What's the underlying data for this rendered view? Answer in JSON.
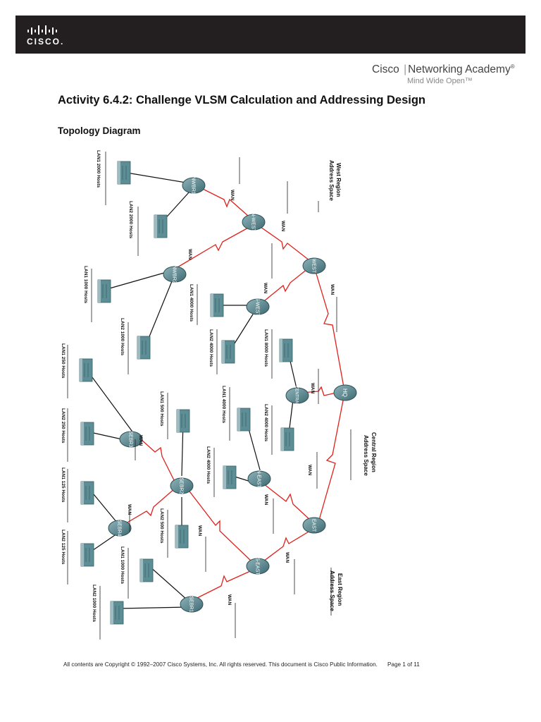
{
  "header": {
    "brand_word": "CISCO.",
    "academy_name": "Cisco",
    "academy_sub": "Networking Academy",
    "registered": "®",
    "tagline": "Mind Wide Open™"
  },
  "document": {
    "title": "Activity 6.4.2: Challenge VLSM Calculation and Addressing Design",
    "section": "Topology Diagram"
  },
  "topology": {
    "routers": {
      "nwbr1": "NWBR1",
      "nwbr2": "NWBR2",
      "nwest": "N-WEST",
      "swest": "S-WEST",
      "west": "WEST",
      "central": "CENTRAL",
      "hq": "HQ",
      "neast": "N-EAST",
      "east": "EAST",
      "seast": "S-EAST",
      "sebr1": "SEBR1",
      "sebr2": "SEBR2",
      "sebr3": "SEBR3",
      "sebr4": "SEBR4"
    },
    "wan": "WAN",
    "lans": {
      "nwbr1_lan1": "LAN1 2000 Hosts",
      "nwbr1_lan2": "LAN2 2000 Hosts",
      "nwbr2_lan1": "LAN1 1000 Hosts",
      "nwbr2_lan2": "LAN2 1000 Hosts",
      "swest_lan1": "LAN1 4000 Hosts",
      "swest_lan2": "LAN2 4000 Hosts",
      "central_lan1": "LAN1 8000 Hosts",
      "central_lan2": "LAN1 4000 Hosts",
      "neast_lan1": "LAN2 4000 Hosts",
      "neast_lan2": "LAN2 4000 Hosts",
      "sebr3_lan1": "LAN1 250 Hosts",
      "sebr3_lan2": "LAN2 250 Hosts",
      "sebr2_lan1": "LAN1 500 Hosts",
      "sebr2_lan2": "LAN2 500 Hosts",
      "sebr4_lan1": "LAN1 125 Hosts",
      "sebr4_lan2": "LAN2 125 Hosts",
      "sebr1_lan1": "LAN1 1000 Hosts",
      "sebr1_lan2": "LAN2 1000 Hosts"
    },
    "regions": {
      "west": [
        "West Region",
        "Address Space"
      ],
      "central": [
        "Central Region",
        "Address Space"
      ],
      "east": [
        "East Region",
        "Address Space"
      ]
    }
  },
  "footer": {
    "copyright": "All contents are Copyright © 1992–2007 Cisco Systems, Inc. All rights reserved. This document is Cisco Public Information.",
    "page": "Page 1 of 11"
  }
}
